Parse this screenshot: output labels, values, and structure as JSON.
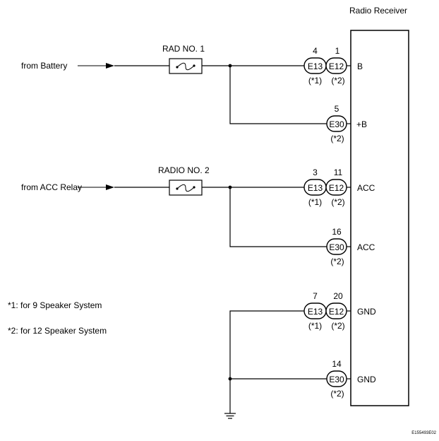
{
  "receiver": {
    "label": "Radio Receiver"
  },
  "inputs": {
    "battery": "from Battery",
    "acc_relay": "from ACC Relay"
  },
  "fuses": {
    "rad1": "RAD NO. 1",
    "radio2": "RADIO NO. 2"
  },
  "terminals": {
    "b": "B",
    "plus_b": "+B",
    "acc1": "ACC",
    "acc2": "ACC",
    "gnd1": "GND",
    "gnd2": "GND"
  },
  "pins": {
    "b_e13": "4",
    "b_e12": "1",
    "plusb_e30": "5",
    "acc_e13": "3",
    "acc_e12": "11",
    "acc2_e30": "16",
    "gnd_e13": "7",
    "gnd_e12": "20",
    "gnd2_e30": "14"
  },
  "connectors": {
    "e13": "E13",
    "e12": "E12",
    "e30": "E30"
  },
  "variants": {
    "v1": "(*1)",
    "v2": "(*2)"
  },
  "notes": {
    "n1": "*1: for 9 Speaker System",
    "n2": "*2: for 12 Speaker System"
  },
  "figure_code": "E155493E02"
}
